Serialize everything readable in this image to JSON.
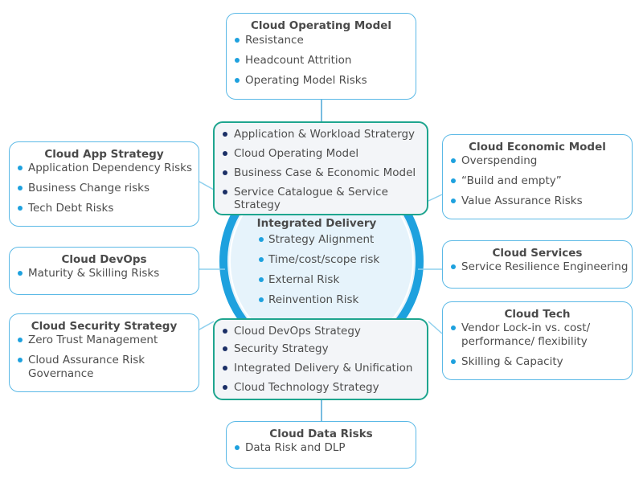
{
  "colors": {
    "accent_blue": "#1ea1de",
    "box_border": "#5bb9e6",
    "core_border": "#1fa58f",
    "core_bullet": "#1b2f66",
    "circle_fill": "#e6f3fb"
  },
  "center": {
    "title": "Integrated Delivery",
    "items": [
      "Strategy Alignment",
      "Time/cost/scope risk",
      "External Risk",
      "Reinvention Risk"
    ]
  },
  "core_top": {
    "items": [
      "Application & Workload Stratergy",
      "Cloud Operating Model",
      "Business Case & Economic Model",
      "Service Catalogue & Service Strategy"
    ]
  },
  "core_bottom": {
    "items": [
      "Cloud DevOps Strategy",
      "Security Strategy",
      "Integrated Delivery & Unification",
      "Cloud Technology Strategy"
    ]
  },
  "boxes": {
    "operating_model": {
      "title": "Cloud Operating Model",
      "items": [
        "Resistance",
        "Headcount Attrition",
        "Operating Model Risks"
      ]
    },
    "app_strategy": {
      "title": "Cloud App Strategy",
      "items": [
        "Application Dependency Risks",
        "Business Change risks",
        "Tech Debt Risks"
      ]
    },
    "devops": {
      "title": "Cloud DevOps",
      "items": [
        "Maturity & Skilling Risks"
      ]
    },
    "security": {
      "title": "Cloud Security Strategy",
      "items": [
        "Zero Trust Management",
        "Cloud Assurance Risk Governance"
      ]
    },
    "economic": {
      "title": "Cloud Economic Model",
      "items": [
        "Overspending",
        "“Build and empty”",
        "Value Assurance Risks"
      ]
    },
    "services": {
      "title": "Cloud Services",
      "items": [
        "Service Resilience Engineering"
      ]
    },
    "tech": {
      "title": "Cloud Tech",
      "items": [
        "Vendor Lock-in vs. cost/ performance/ flexibility",
        "Skilling & Capacity"
      ]
    },
    "data": {
      "title": "Cloud Data Risks",
      "items": [
        "Data Risk and DLP"
      ]
    }
  }
}
